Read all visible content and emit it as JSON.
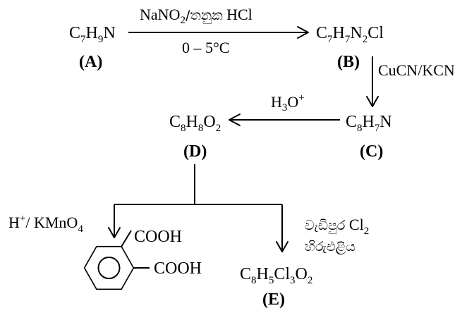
{
  "compounds": {
    "A": {
      "formula": {
        "p1": "C",
        "s1": "7",
        "p2": "H",
        "s2": "9",
        "p3": "N"
      },
      "label": "(A)"
    },
    "B": {
      "formula": {
        "p1": "C",
        "s1": "7",
        "p2": "H",
        "s2": "7",
        "p3": "N",
        "s3": "2",
        "p4": "Cl"
      },
      "label": "(B)"
    },
    "C": {
      "formula": {
        "p1": "C",
        "s1": "8",
        "p2": "H",
        "s2": "7",
        "p3": "N"
      },
      "label": "(C)"
    },
    "D": {
      "formula": {
        "p1": "C",
        "s1": "8",
        "p2": "H",
        "s2": "8",
        "p3": "O",
        "s3": "2"
      },
      "label": "(D)"
    },
    "E": {
      "formula": {
        "p1": "C",
        "s1": "8",
        "p2": "H",
        "s2": "5",
        "p3": "Cl",
        "s3": "3",
        "p4": "O",
        "s4": "2"
      },
      "label": "(E)"
    }
  },
  "reagents": {
    "a_to_b": {
      "top_pre": "NaNO",
      "top_sub": "2",
      "top_sinhala": "/තනුක",
      "top_post": " HCl",
      "bottom": "0 – 5°C"
    },
    "b_to_c": {
      "text": "CuCN/KCN"
    },
    "c_to_d": {
      "p1": "H",
      "s1": "3",
      "p2": "O",
      "sup": "+"
    },
    "to_product": {
      "p1": "H",
      "sup1": "+",
      "p2": "/ KMnO",
      "s2": "4"
    },
    "to_e": {
      "p1_si": "වැඩිපුර",
      "p1_cl": " Cl",
      "s1": "2",
      "line2_si": "හිරුඑළිය"
    }
  },
  "product": {
    "group1": "COOH",
    "group2": "COOH"
  }
}
